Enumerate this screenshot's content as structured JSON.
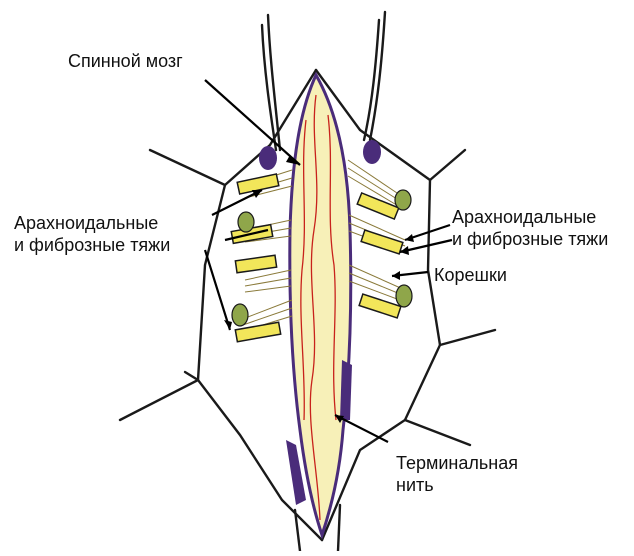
{
  "labels": {
    "spinal_cord": "Спинной мозг",
    "arachnoid_left": {
      "line1": "Арахноидальные",
      "line2": "и фиброзные тяжи"
    },
    "arachnoid_right": {
      "line1": "Арахноидальные",
      "line2": "и фиброзные тяжи"
    },
    "roots": "Корешки",
    "filum_terminale": {
      "line1": "Терминальная",
      "line2": "нить"
    }
  },
  "colors": {
    "outline": "#1a1a1a",
    "dura_purple": "#4a2c7a",
    "cord_fill": "#f7f0b8",
    "vessel_red": "#c8221c",
    "band_yellow": "#f2e65a",
    "ganglion_green": "#8fa64a"
  }
}
